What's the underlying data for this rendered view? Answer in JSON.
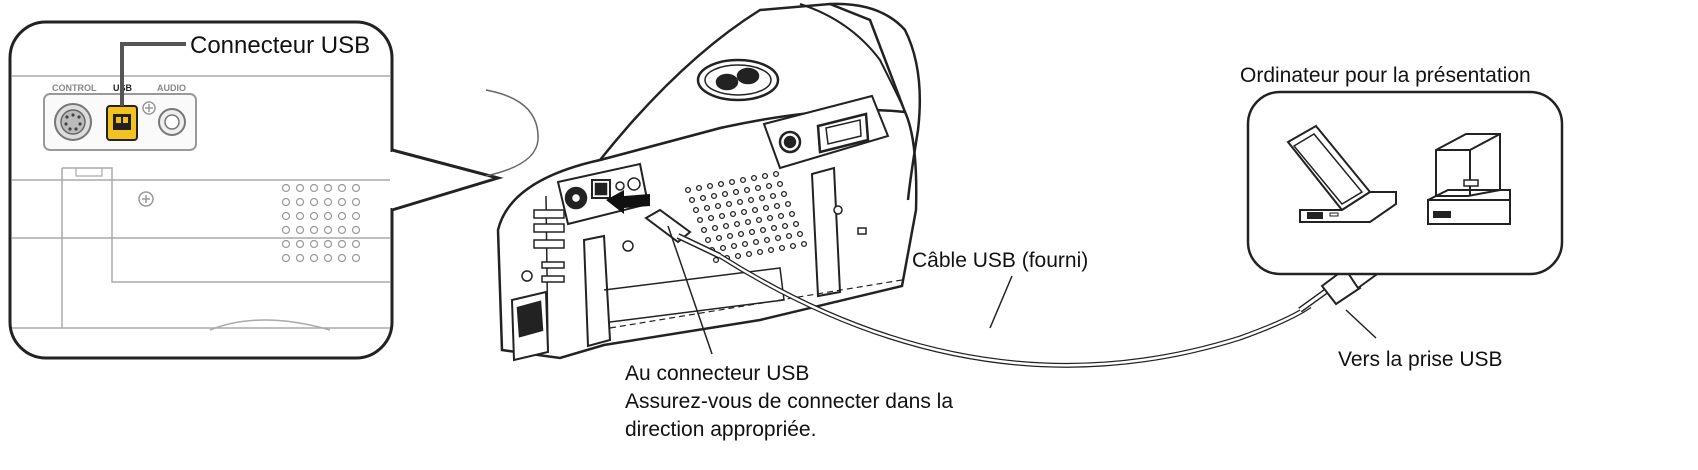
{
  "inset": {
    "port_labels": {
      "control": "CONTROL",
      "usb": "USB",
      "audio": "AUDIO"
    },
    "connector_label": "Connecteur USB"
  },
  "labels": {
    "to_connector": "Au connecteur USB",
    "direction_note_1": "Assurez-vous de connecter dans la",
    "direction_note_2": "direction appropriée.",
    "cable": "Câble USB (fourni)",
    "computer": "Ordinateur pour la présentation",
    "usb_socket": "Vers la prise USB"
  },
  "colors": {
    "usb_port": "#f4c21f",
    "line": "#222222"
  }
}
